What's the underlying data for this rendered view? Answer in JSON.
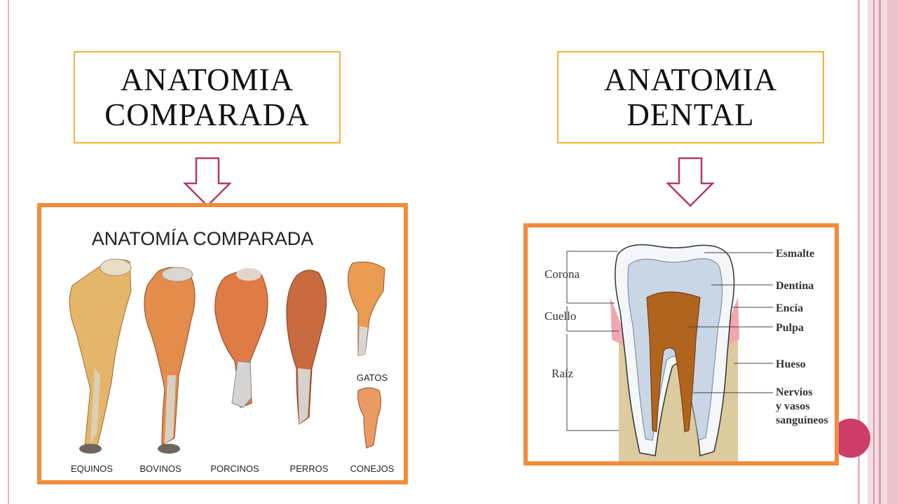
{
  "slide": {
    "left_title": {
      "line1": "ANATOMIA",
      "line2": "COMPARADA"
    },
    "right_title": {
      "line1": "ANATOMIA",
      "line2": "DENTAL"
    }
  },
  "comparative_image": {
    "heading": "ANATOMÍA COMPARADA",
    "labels": [
      "EQUINOS",
      "BOVINOS",
      "PORCINOS",
      "PERROS",
      "GATOS",
      "CONEJOS"
    ]
  },
  "dental_image": {
    "left_labels": [
      "Corona",
      "Cuello",
      "Raíz"
    ],
    "right_labels": [
      "Esmalte",
      "Dentina",
      "Encía",
      "Pulpa",
      "Hueso",
      "Nervios",
      "y vasos",
      "sanguíneos"
    ]
  },
  "colors": {
    "title_border": "#f2b33a",
    "image_border": "#f28c3c",
    "arrow": "#b5386c",
    "decor_lines": "#d9a7b4",
    "accent_dot": "#cf3d6a"
  }
}
